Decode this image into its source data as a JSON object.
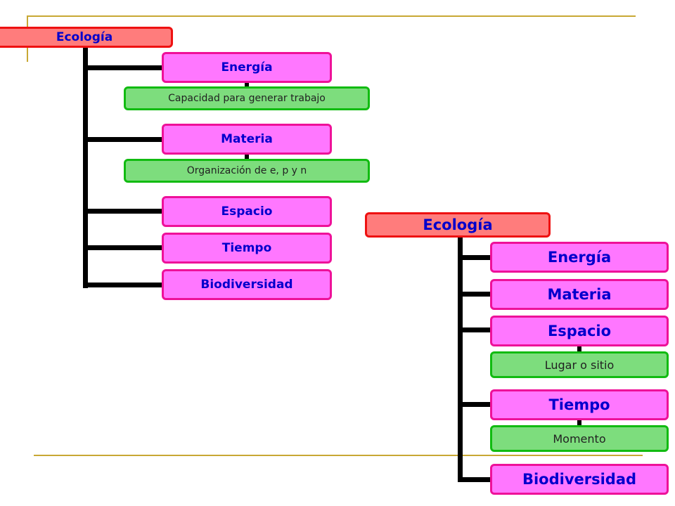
{
  "diagram1": {
    "root": "Ecología",
    "children": [
      {
        "label": "Energía",
        "detail": "Capacidad para generar trabajo"
      },
      {
        "label": "Materia",
        "detail": "Organización de e, p y n"
      },
      {
        "label": "Espacio"
      },
      {
        "label": "Tiempo"
      },
      {
        "label": "Biodiversidad"
      }
    ]
  },
  "diagram2": {
    "root": "Ecología",
    "children": [
      {
        "label": "Energía"
      },
      {
        "label": "Materia"
      },
      {
        "label": "Espacio",
        "detail": "Lugar o sitio"
      },
      {
        "label": "Tiempo",
        "detail": "Momento"
      },
      {
        "label": "Biodiversidad"
      }
    ]
  },
  "colors": {
    "root_fill": "#ff7c7c",
    "root_border": "#ee1111",
    "node_fill": "#ff77ff",
    "node_border": "#ee1199",
    "leaf_fill": "#7ddd7d",
    "leaf_border": "#11bb11",
    "text_blue": "#0000cc",
    "accent_lines": "#c8a834"
  }
}
